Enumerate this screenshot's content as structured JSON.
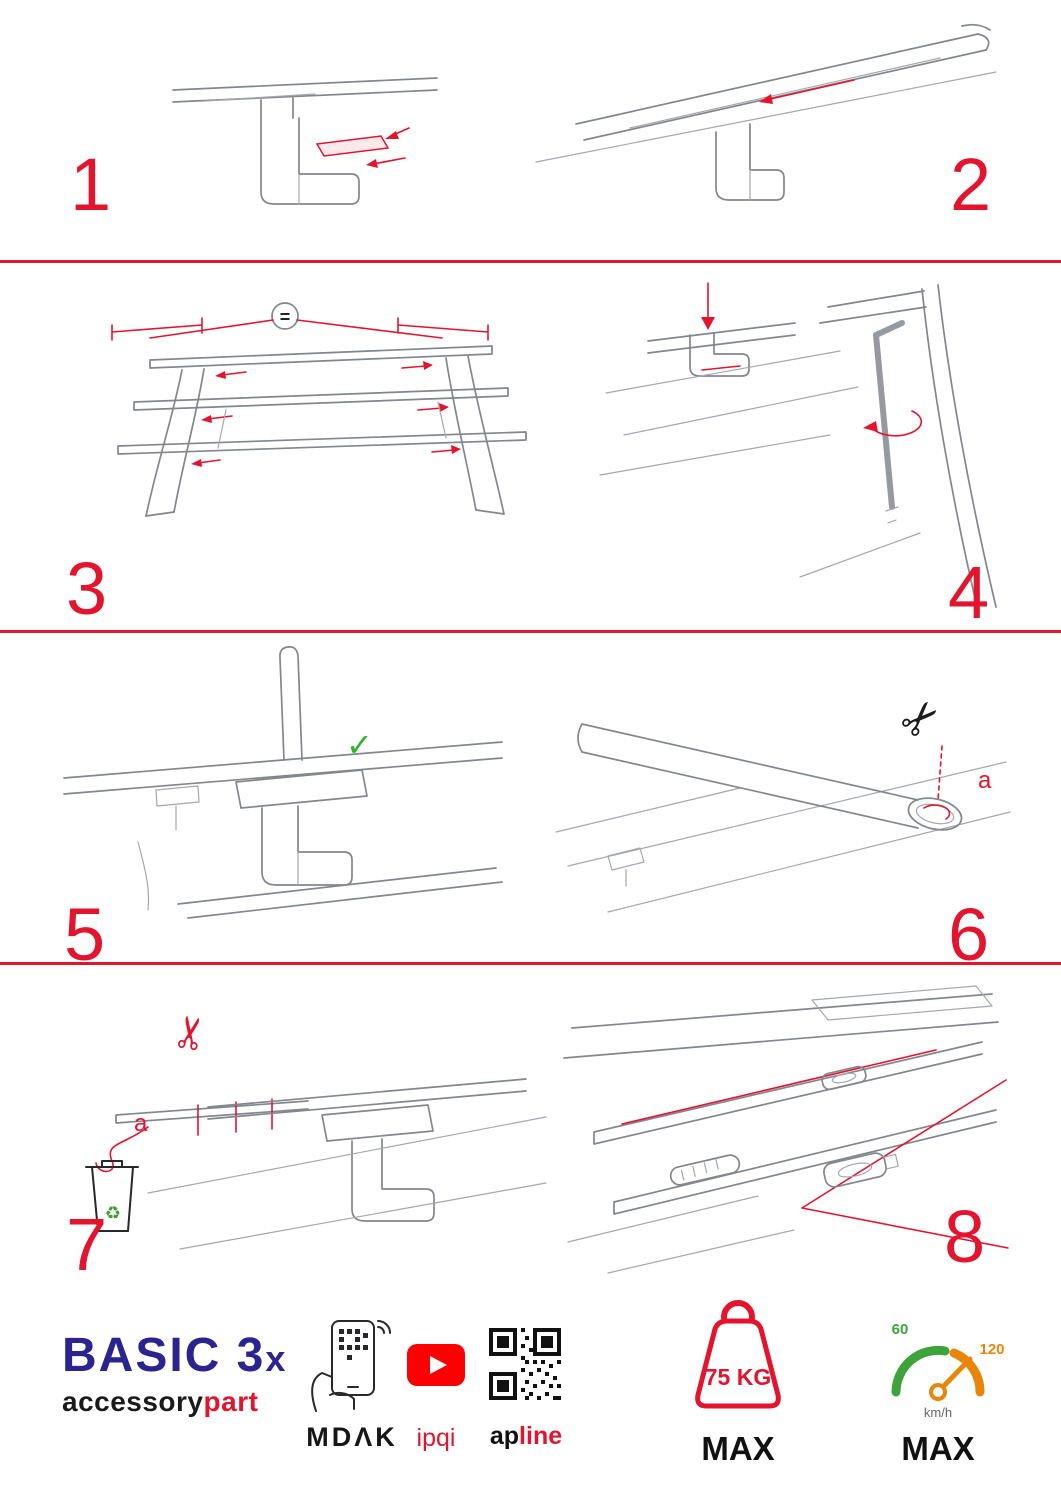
{
  "accent": "#e3142e",
  "icons": {
    "scissors": "✂",
    "recycle": "♻",
    "check": "✓"
  },
  "steps": [
    {
      "number": "1"
    },
    {
      "number": "2"
    },
    {
      "number": "3"
    },
    {
      "number": "4"
    },
    {
      "number": "5"
    },
    {
      "number": "6"
    },
    {
      "number": "7"
    },
    {
      "number": "8"
    }
  ],
  "annotations": {
    "equals": "=",
    "a6": "a",
    "a7": "a"
  },
  "footer": {
    "brand_title": "BASIC 3",
    "brand_title_x": "x",
    "brand_sub_black": "accessory",
    "brand_sub_red": "part",
    "mdak_label": "MDΛK",
    "ipqi_label": "ipqi",
    "apline_black": "ap",
    "apline_red": "line",
    "weight_value": "75 KG",
    "weight_max": "MAX",
    "speed_low": "60",
    "speed_high": "120",
    "speed_unit": "km/h",
    "speed_max": "MAX"
  }
}
